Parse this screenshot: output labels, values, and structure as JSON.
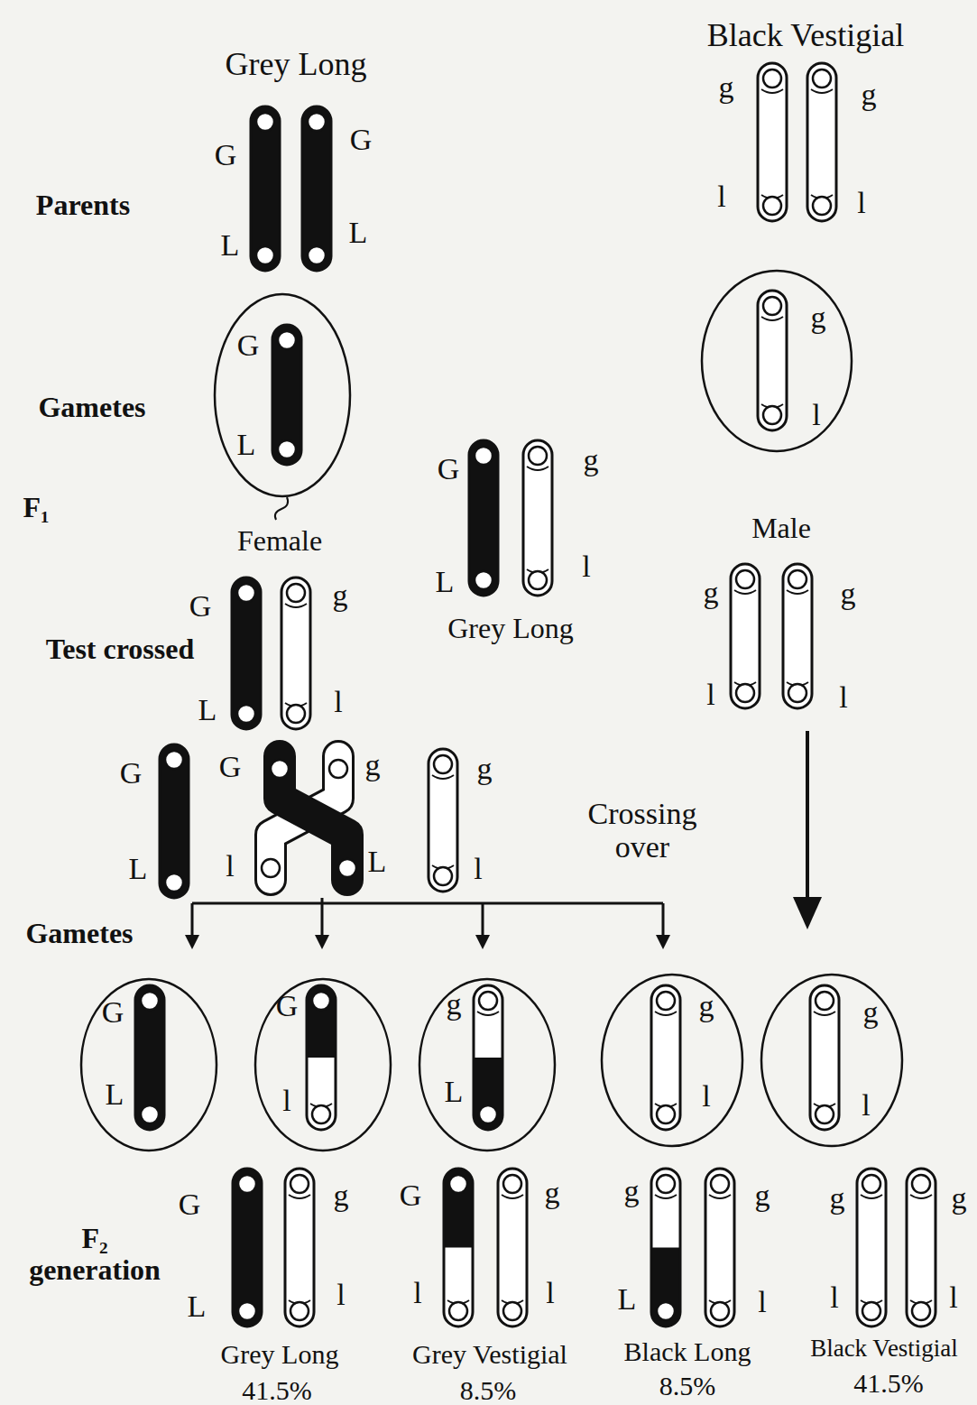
{
  "diagram": {
    "nodes": [
      {
        "text": [
          "G",
          "L"
        ]
      },
      {
        "text": [
          "g",
          "l"
        ]
      },
      {
        "text": [
          "G",
          "L"
        ]
      },
      {
        "text": [
          "G",
          "l"
        ]
      },
      {
        "text": [
          "g",
          "L"
        ]
      },
      {
        "text": [
          "g",
          "l"
        ]
      },
      {
        "text": [
          "g",
          "l"
        ]
      }
    ],
    "labels": [
      "Black Vestigial",
      "Grey Long",
      "G",
      "G",
      "g",
      "g",
      "Parents",
      "L",
      "L",
      "l",
      "l",
      "Gametes",
      "G",
      "g",
      "F₁",
      "Female",
      "Male",
      "L",
      "l",
      "Grey Long",
      "G",
      "g",
      "g",
      "g",
      "Test crossed",
      "L",
      "l",
      "l",
      "l",
      "G",
      "G",
      "g",
      "g",
      "Crossing over",
      "L",
      "l",
      "L",
      "l",
      "Gametes",
      "F₂ generation",
      "G",
      "g",
      "G",
      "g",
      "g",
      "g",
      "g",
      "g",
      "L",
      "l",
      "l",
      "l",
      "L",
      "l",
      "l",
      "l",
      "Grey Long",
      "Grey Vestigial",
      "Black Long",
      "Black Vestigial",
      "41.5%",
      "8.5%",
      "8.5%",
      "41.5%"
    ]
  }
}
